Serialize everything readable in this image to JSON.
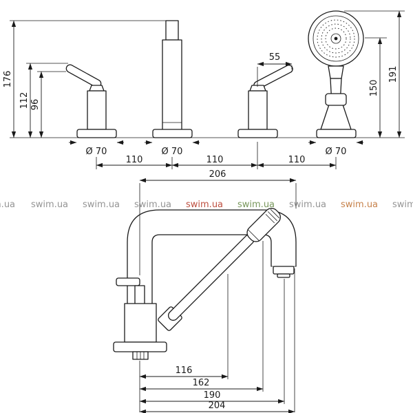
{
  "colors": {
    "line": "#1a1a1a",
    "background": "#ffffff"
  },
  "top_view": {
    "dim_176": "176",
    "dim_112": "112",
    "dim_96": "96",
    "dim_55": "55",
    "dim_150": "150",
    "dim_191": "191",
    "dia_handle": "Ø 70",
    "dia_spout": "Ø 70",
    "dia_shower": "Ø 70",
    "pitch_1": "110",
    "pitch_2": "110",
    "pitch_3": "110"
  },
  "side_view": {
    "dim_206": "206",
    "dim_116": "116",
    "dim_162": "162",
    "dim_190": "190",
    "dim_204": "204"
  },
  "watermark": {
    "instances": [
      {
        "text": "swim.ua",
        "color": "#8c8c8c"
      },
      {
        "text": "swim.ua",
        "color": "#8c8c8c"
      },
      {
        "text": "swim.ua",
        "color": "#8c8c8c"
      },
      {
        "text": "swim.ua",
        "color": "#8c8c8c"
      },
      {
        "text": "swim.ua",
        "color": "#b8402f"
      },
      {
        "text": "swim.ua",
        "color": "#6d8f4e"
      },
      {
        "text": "swim.ua",
        "color": "#8c8c8c"
      },
      {
        "text": "swim.ua",
        "color": "#c2773b"
      },
      {
        "text": "swim.ua",
        "color": "#8c8c8c"
      }
    ]
  }
}
